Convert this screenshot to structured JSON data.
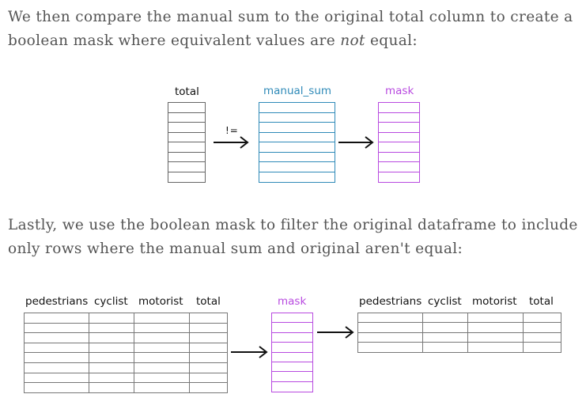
{
  "paragraph1": {
    "before": "We then compare the manual sum to the original total column to create a boolean mask where equivalent values are ",
    "emphasis": "not",
    "after": " equal:"
  },
  "diagram1": {
    "total_label": "total",
    "operator": "!=",
    "manual_sum_label": "manual_sum",
    "mask_label": "mask",
    "rows": 8
  },
  "paragraph2": {
    "text": "Lastly, we use the boolean mask to filter the original dataframe to include only rows where the manual sum and original aren't equal:"
  },
  "diagram2": {
    "left_columns": [
      "pedestrians",
      "cyclist",
      "motorist",
      "total"
    ],
    "left_rows": 8,
    "mask_label": "mask",
    "mask_rows": 8,
    "right_columns": [
      "pedestrians",
      "cyclist",
      "motorist",
      "total"
    ],
    "right_rows": 4
  },
  "colors": {
    "text": "#555555",
    "total_border": "#666666",
    "manual_sum": "#2f8ab8",
    "mask": "#b84ae0"
  }
}
